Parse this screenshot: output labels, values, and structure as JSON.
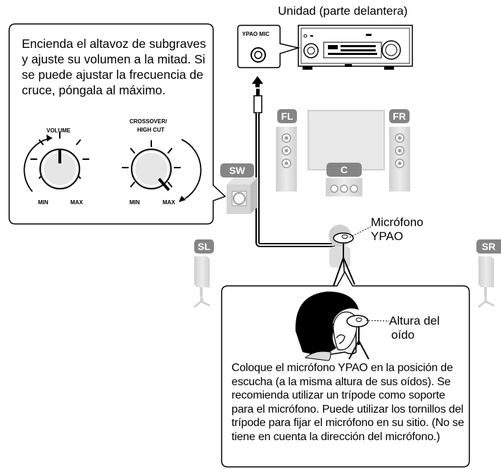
{
  "unit_title": "Unidad (parte delantera)",
  "ypao_mic_label": "YPAO MIC",
  "subwoofer_instruction": "Encienda el altavoz de subgraves y ajuste su volumen a la mitad. Si se puede ajustar la frecuencia de cruce, póngala al máximo.",
  "volume_knob": {
    "title": "VOLUME",
    "min": "MIN",
    "max": "MAX"
  },
  "crossover_knob": {
    "title_line1": "CROSSOVER/",
    "title_line2": "HIGH CUT",
    "min": "MIN",
    "max": "MAX"
  },
  "speakers": {
    "fl": "FL",
    "fr": "FR",
    "c": "C",
    "sw": "SW",
    "sl": "SL",
    "sr": "SR"
  },
  "microphone_label_line1": "Micrófono",
  "microphone_label_line2": "YPAO",
  "ear_height_line1": "Altura del",
  "ear_height_line2": "oído",
  "microphone_instruction": "Coloque el micrófono YPAO en la posición de escucha (a la misma altura de sus oídos). Se recomienda utilizar un trípode como soporte para el micrófono. Puede utilizar los tornillos del trípode para fijar el micrófono en su sitio. (No se tiene en cuenta la dirección del micrófono.)",
  "colors": {
    "speaker_gray": "#858585",
    "speaker_light": "#d6d6d6",
    "cable": "#000000"
  }
}
